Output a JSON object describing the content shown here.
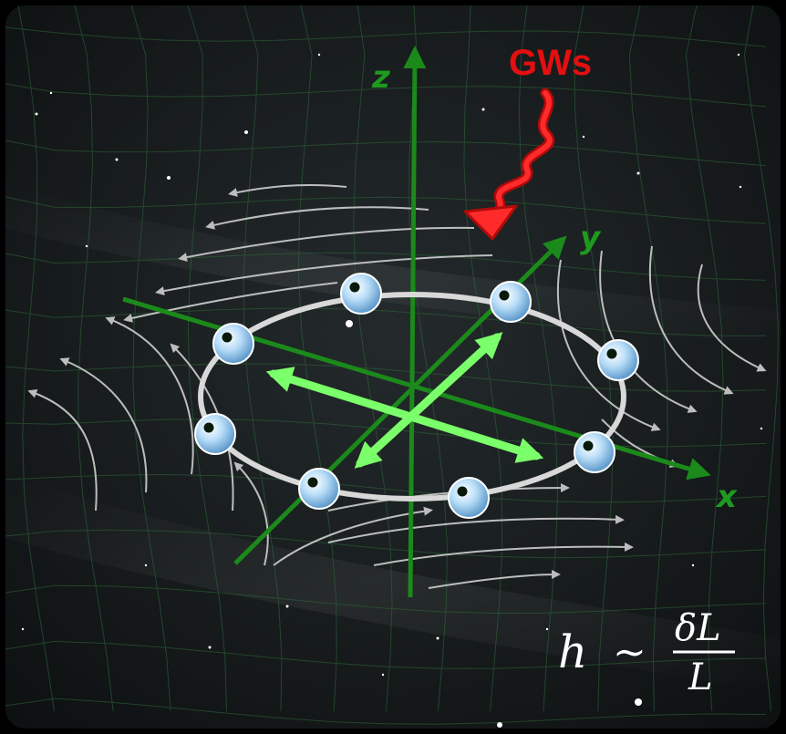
{
  "figure": {
    "wave_label": "GWs",
    "axes": {
      "x": "x",
      "y": "y",
      "z": "z"
    },
    "formula": {
      "lhs": "h",
      "relation": "~",
      "numerator": "δL",
      "denominator": "L"
    }
  },
  "colors": {
    "background": "#15191a",
    "axis": "#1b8a1b",
    "axis_label": "#1e9a1e",
    "wave": "#e30f10",
    "arrows": "#7bff6a",
    "ring": "#d8d8d8",
    "field_lines": "#bdbdbd",
    "particle": "#a9d5f5",
    "grid": "#2f6a3a"
  },
  "particle_count": 8
}
